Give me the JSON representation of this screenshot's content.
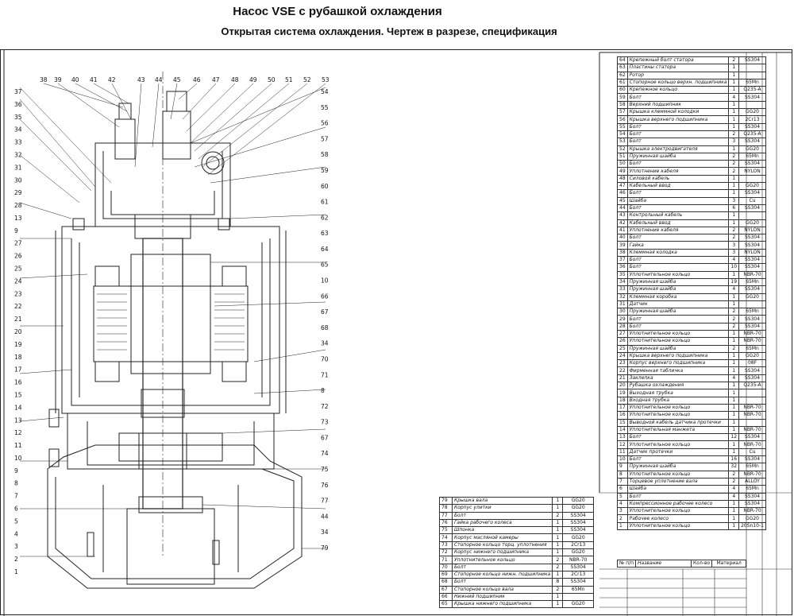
{
  "title": "Насос VSE с рубашкой охлаждения",
  "subtitle": "Открытая система охлаждения. Чертеж в разрезе, спецификация",
  "top_labels": [
    "38",
    "39",
    "40",
    "41",
    "42",
    "43",
    "44",
    "45",
    "46",
    "47",
    "48",
    "49",
    "50",
    "51",
    "52",
    "53"
  ],
  "left_labels": [
    "37",
    "36",
    "35",
    "34",
    "33",
    "32",
    "31",
    "30",
    "29",
    "28",
    "13",
    "9",
    "27",
    "26",
    "25",
    "24",
    "23",
    "22",
    "21",
    "20",
    "19",
    "18",
    "17",
    "16",
    "15",
    "14",
    "13",
    "12",
    "11",
    "10",
    "9",
    "8",
    "7",
    "6",
    "5",
    "4",
    "3",
    "2",
    "1"
  ],
  "right_labels": [
    "54",
    "55",
    "56",
    "57",
    "58",
    "59",
    "60",
    "61",
    "62",
    "63",
    "64",
    "65",
    "10",
    "66",
    "67",
    "68",
    "34",
    "70",
    "71",
    "8",
    "72",
    "73",
    "67",
    "74",
    "75",
    "76",
    "77",
    "44",
    "34",
    "79"
  ],
  "spec_right": [
    [
      "64",
      "Крепежный болт статора",
      "2",
      "SS304"
    ],
    [
      "63",
      "Пластины статора",
      "1",
      ""
    ],
    [
      "62",
      "Ротор",
      "1",
      ""
    ],
    [
      "61",
      "Стопорное кольцо верхн. подшипника",
      "1",
      "65Mn"
    ],
    [
      "60",
      "Крепежное кольцо",
      "1",
      "Q235-A"
    ],
    [
      "59",
      "Болт",
      "4",
      "SS304"
    ],
    [
      "58",
      "Верхний подшипник",
      "1",
      ""
    ],
    [
      "57",
      "Крышка клеммной колодки",
      "1",
      "GG20"
    ],
    [
      "56",
      "Крышка верхнего подшипника",
      "1",
      "2Cr13"
    ],
    [
      "55",
      "Болт",
      "1",
      "SS304"
    ],
    [
      "54",
      "Болт",
      "2",
      "Q235-A"
    ],
    [
      "53",
      "Болт",
      "3",
      "SS304"
    ],
    [
      "52",
      "Крышка электродвигателя",
      "1",
      "GG20"
    ],
    [
      "51",
      "Пружинная шайба",
      "2",
      "65Mn"
    ],
    [
      "50",
      "Болт",
      "2",
      "SS304"
    ],
    [
      "49",
      "Уплотнение кабеля",
      "2",
      "NYLON"
    ],
    [
      "48",
      "Силовой кабель",
      "1",
      ""
    ],
    [
      "47",
      "Кабельный ввод",
      "1",
      "GG20"
    ],
    [
      "46",
      "Болт",
      "1",
      "SS304"
    ],
    [
      "45",
      "Шайба",
      "3",
      "Cu"
    ],
    [
      "44",
      "Болт",
      "6",
      "SS304"
    ],
    [
      "43",
      "Контрольный кабель",
      "1",
      ""
    ],
    [
      "42",
      "Кабельный ввод",
      "1",
      "GG20"
    ],
    [
      "41",
      "Уплотнение кабеля",
      "2",
      "NYLON"
    ],
    [
      "40",
      "Болт",
      "2",
      "SS304"
    ],
    [
      "39",
      "Гайка",
      "3",
      "SS304"
    ],
    [
      "38",
      "Клеммная колодка",
      "3",
      "NYLON"
    ],
    [
      "37",
      "Болт",
      "4",
      "SS304"
    ],
    [
      "36",
      "Болт",
      "10",
      "SS304"
    ],
    [
      "35",
      "Уплотнительное кольцо",
      "1",
      "NBR-70"
    ],
    [
      "34",
      "Пружинная шайба",
      "19",
      "65Mn"
    ],
    [
      "33",
      "Пружинная шайба",
      "4",
      "SS304"
    ],
    [
      "32",
      "Клеммная коробка",
      "1",
      "GG20"
    ],
    [
      "31",
      "Датчик",
      "1",
      ""
    ],
    [
      "30",
      "Пружинная шайба",
      "2",
      "65Mn"
    ],
    [
      "29",
      "Болт",
      "2",
      "SS304"
    ],
    [
      "28",
      "Болт",
      "2",
      "SS304"
    ],
    [
      "27",
      "Уплотнительное кольцо",
      "1",
      "NBR-70"
    ],
    [
      "26",
      "Уплотнительное кольцо",
      "1",
      "NBR-70"
    ],
    [
      "25",
      "Пружинная шайба",
      "2",
      "65Mn"
    ],
    [
      "24",
      "Крышка верхнего подшипника",
      "1",
      "GG20"
    ],
    [
      "23",
      "Корпус верхнего подшипника",
      "1",
      "08F"
    ],
    [
      "22",
      "Фирменная табличка",
      "1",
      "SS304"
    ],
    [
      "21",
      "Заклепка",
      "4",
      "SS304"
    ],
    [
      "20",
      "Рубашка охлаждения",
      "1",
      "Q235-A"
    ],
    [
      "19",
      "Выходная трубка",
      "1",
      ""
    ],
    [
      "18",
      "Входная трубка",
      "1",
      ""
    ],
    [
      "17",
      "Уплотнительное кольцо",
      "1",
      "NBR-70"
    ],
    [
      "16",
      "Уплотнительное кольцо",
      "1",
      "NBR-70"
    ],
    [
      "15",
      "Выводной кабель датчика протечки",
      "1",
      ""
    ],
    [
      "14",
      "Уплотнительная манжета",
      "1",
      "NBR-70"
    ],
    [
      "13",
      "Болт",
      "12",
      "SS304"
    ],
    [
      "12",
      "Уплотнительное кольцо",
      "1",
      "NBR-70"
    ],
    [
      "11",
      "Датчик протечки",
      "1",
      "Cu"
    ],
    [
      "10",
      "Болт",
      "16",
      "SS304"
    ],
    [
      "9",
      "Пружинная шайба",
      "32",
      "65Mn"
    ],
    [
      "8",
      "Уплотнительное кольцо",
      "2",
      "NBR-70"
    ],
    [
      "7",
      "Торцевое уплотнение вала",
      "2",
      "ALLOY"
    ],
    [
      "6",
      "Шайба",
      "4",
      "65Mn"
    ],
    [
      "5",
      "Болт",
      "4",
      "SS304"
    ],
    [
      "4",
      "Компрессионное рабочее колесо",
      "1",
      "SS304"
    ],
    [
      "3",
      "Уплотнительное кольцо",
      "1",
      "NBR-70"
    ],
    [
      "2",
      "Рабочее колесо",
      "1",
      "GG20"
    ],
    [
      "1",
      "Уплотнительное кольцо",
      "1",
      "20Sn10-1"
    ]
  ],
  "spec_right_footer": [
    "№ п/п",
    "Название",
    "Кол-во",
    "Материал"
  ],
  "spec_left": [
    [
      "79",
      "Крышка вала",
      "1",
      "GG20"
    ],
    [
      "78",
      "Корпус улитки",
      "1",
      "GG20"
    ],
    [
      "77",
      "Болт",
      "2",
      "SS304"
    ],
    [
      "76",
      "Гайка рабочего колеса",
      "1",
      "SS304"
    ],
    [
      "75",
      "Шпонка",
      "1",
      "SS304"
    ],
    [
      "74",
      "Корпус масляной камеры",
      "1",
      "GG20"
    ],
    [
      "73",
      "Стопорное кольцо торц. уплотнения",
      "1",
      "2Cr13"
    ],
    [
      "72",
      "Корпус нижнего подшипника",
      "1",
      "GG20"
    ],
    [
      "71",
      "Уплотнительное кольцо",
      "2",
      "NBR-70"
    ],
    [
      "70",
      "Болт",
      "2",
      "SS304"
    ],
    [
      "69",
      "Стопорное кольцо нижн. подшипника",
      "1",
      "2Cr13"
    ],
    [
      "68",
      "Болт",
      "8",
      "SS304"
    ],
    [
      "67",
      "Стопорное кольцо вала",
      "2",
      "65Mn"
    ],
    [
      "66",
      "Нижний подшипник",
      "1",
      ""
    ],
    [
      "65",
      "Крышка нижнего подшипника",
      "1",
      "GG20"
    ]
  ]
}
